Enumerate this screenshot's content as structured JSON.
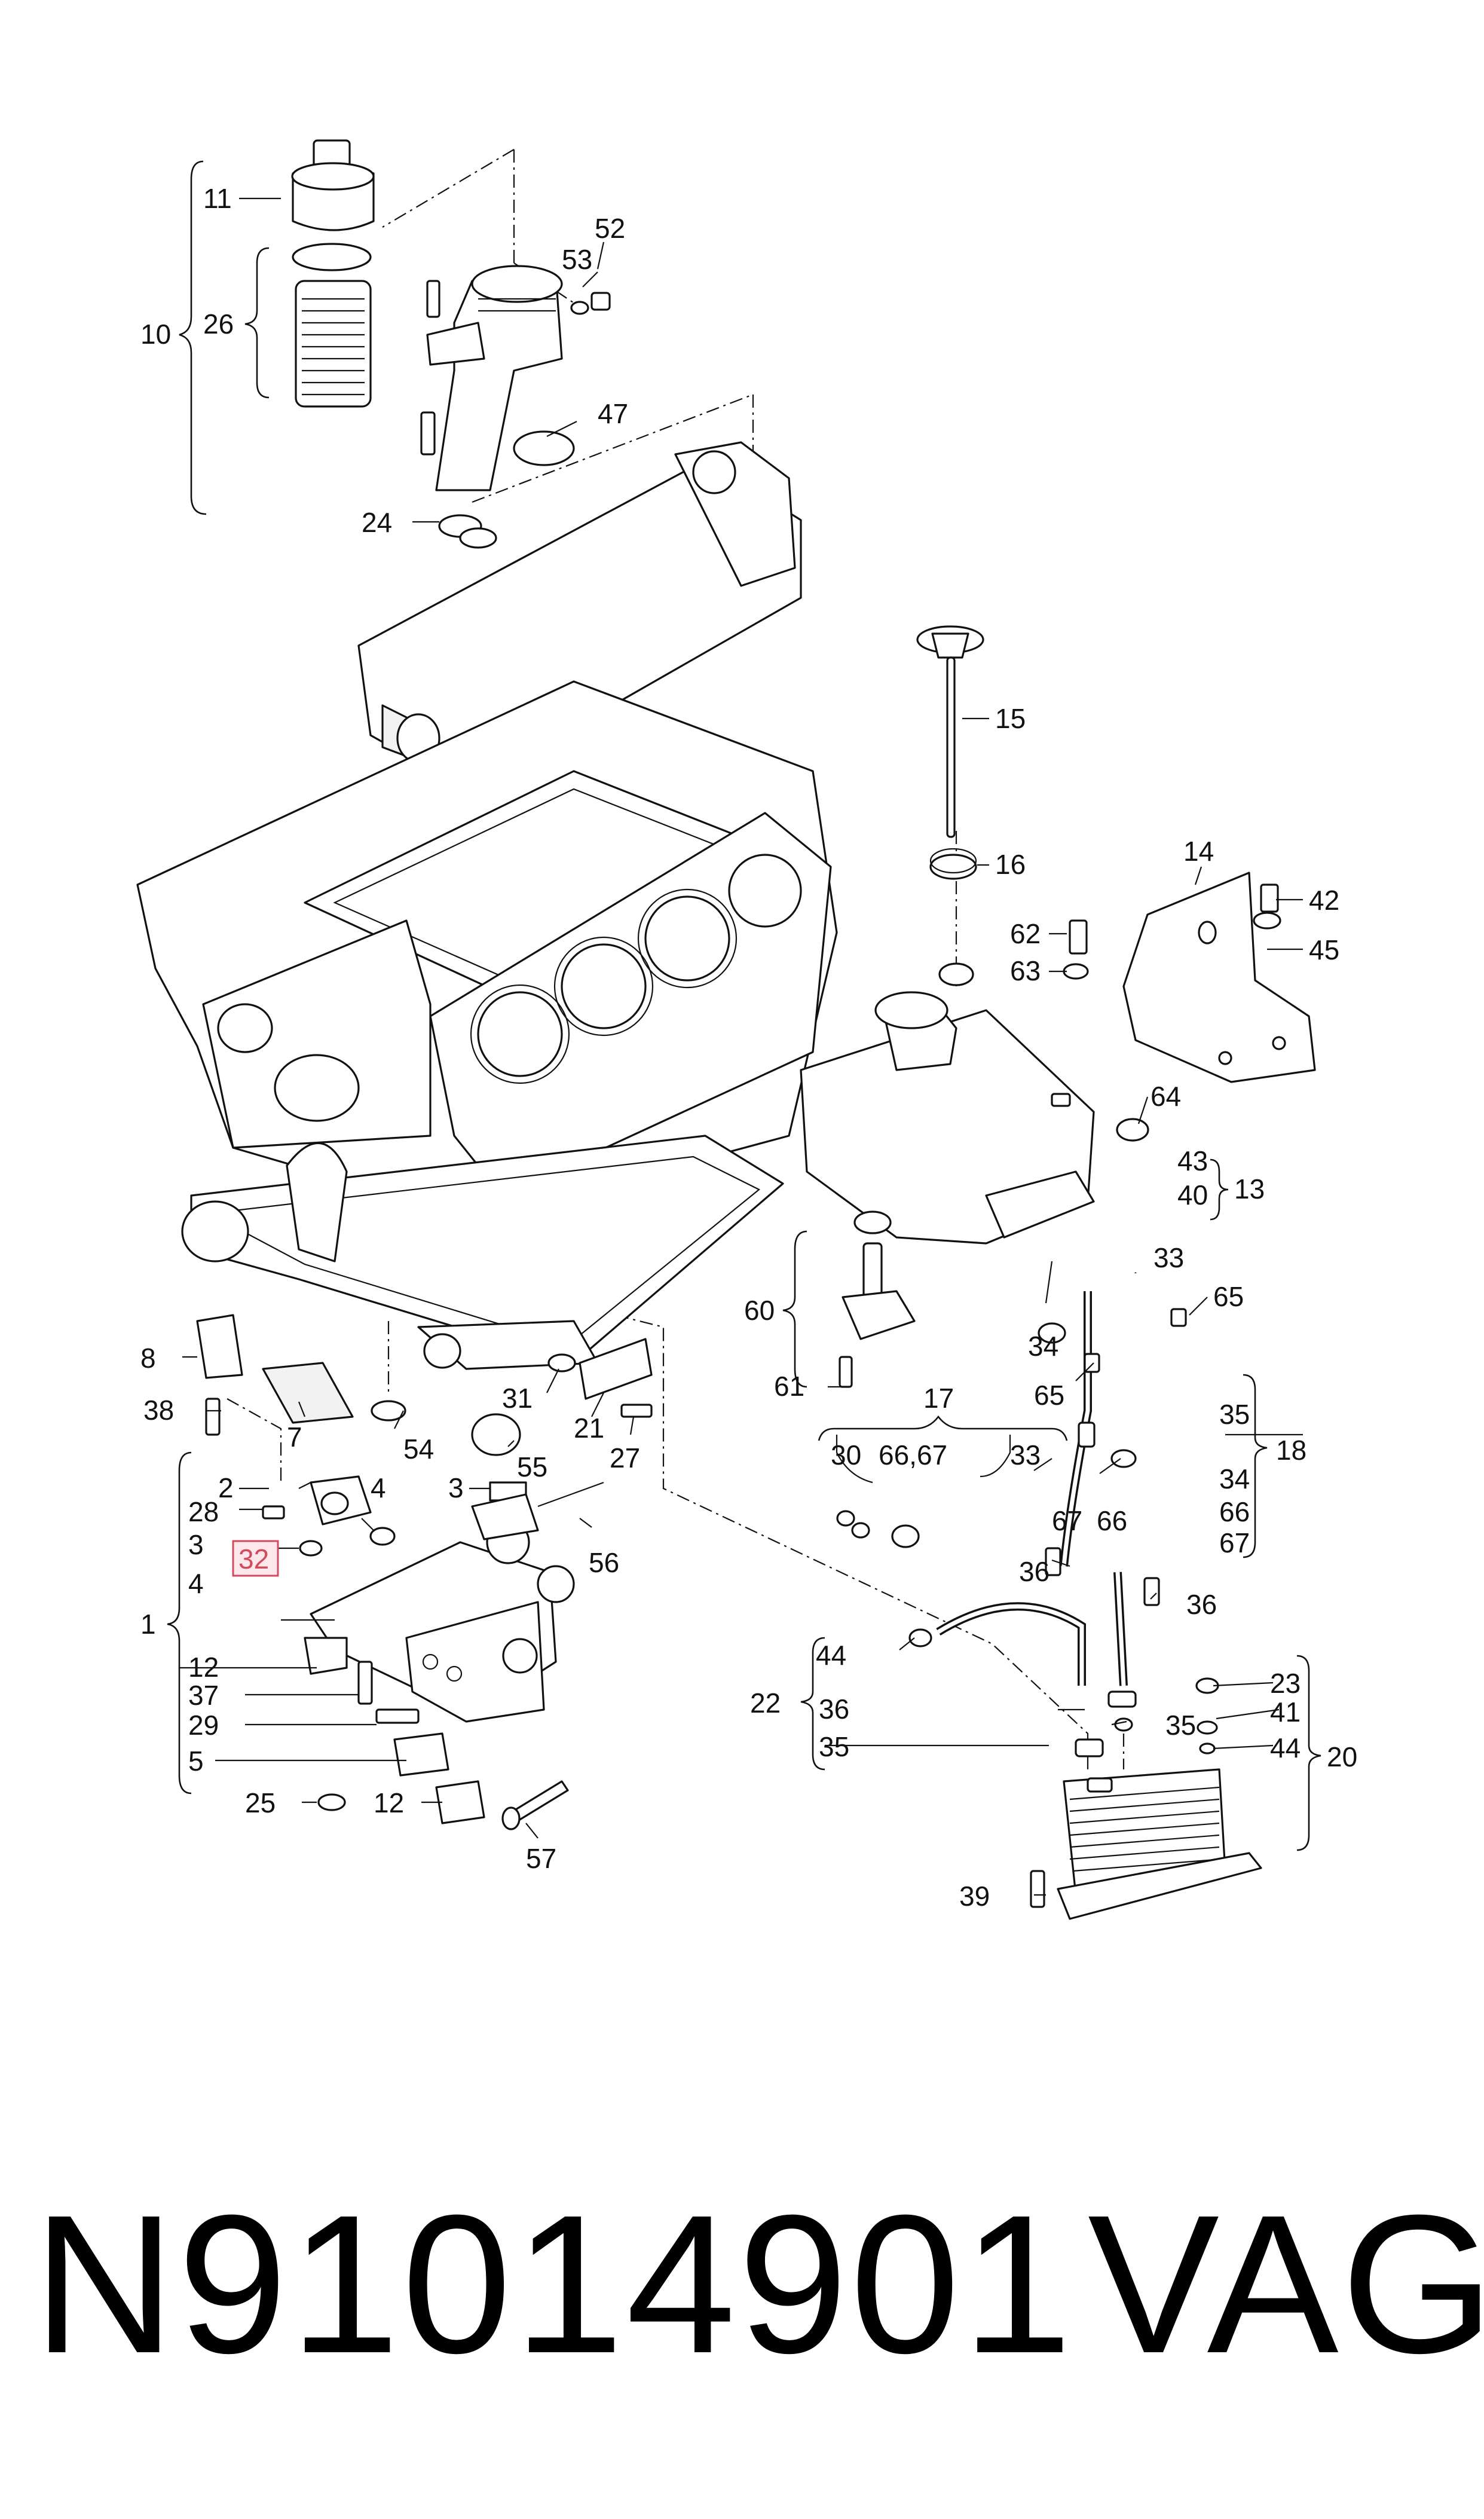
{
  "diagram": {
    "part_number": "N91014901",
    "brand": "VAG",
    "highlighted_callout": "32",
    "callouts": {
      "c1": "1",
      "c2": "2",
      "c3": "3",
      "c3b": "3",
      "c4": "4",
      "c4b": "4",
      "c5": "5",
      "c7": "7",
      "c8": "8",
      "c10": "10",
      "c11": "11",
      "c12": "12",
      "c12b": "12",
      "c13": "13",
      "c14": "14",
      "c15": "15",
      "c16": "16",
      "c17": "17",
      "c18": "18",
      "c20": "20",
      "c21": "21",
      "c22": "22",
      "c23": "23",
      "c24": "24",
      "c25": "25",
      "c26": "26",
      "c27": "27",
      "c28": "28",
      "c29": "29",
      "c30": "30",
      "c31": "31",
      "c32": "32",
      "c33": "33",
      "c33b": "33",
      "c34": "34",
      "c34b": "34",
      "c35": "35",
      "c35b": "35",
      "c35c": "35",
      "c36": "36",
      "c36b": "36",
      "c36c": "36",
      "c37": "37",
      "c38": "38",
      "c39": "39",
      "c40": "40",
      "c41": "41",
      "c42": "42",
      "c43": "43",
      "c44": "44",
      "c44b": "44",
      "c45": "45",
      "c47": "47",
      "c52": "52",
      "c53": "53",
      "c54": "54",
      "c55": "55",
      "c56": "56",
      "c57": "57",
      "c60": "60",
      "c61": "61",
      "c62": "62",
      "c63": "63",
      "c64": "64",
      "c65": "65",
      "c65b": "65",
      "c66": "66",
      "c66b": "66",
      "c6667": "66,67",
      "c67": "67",
      "c67b": "67"
    }
  }
}
